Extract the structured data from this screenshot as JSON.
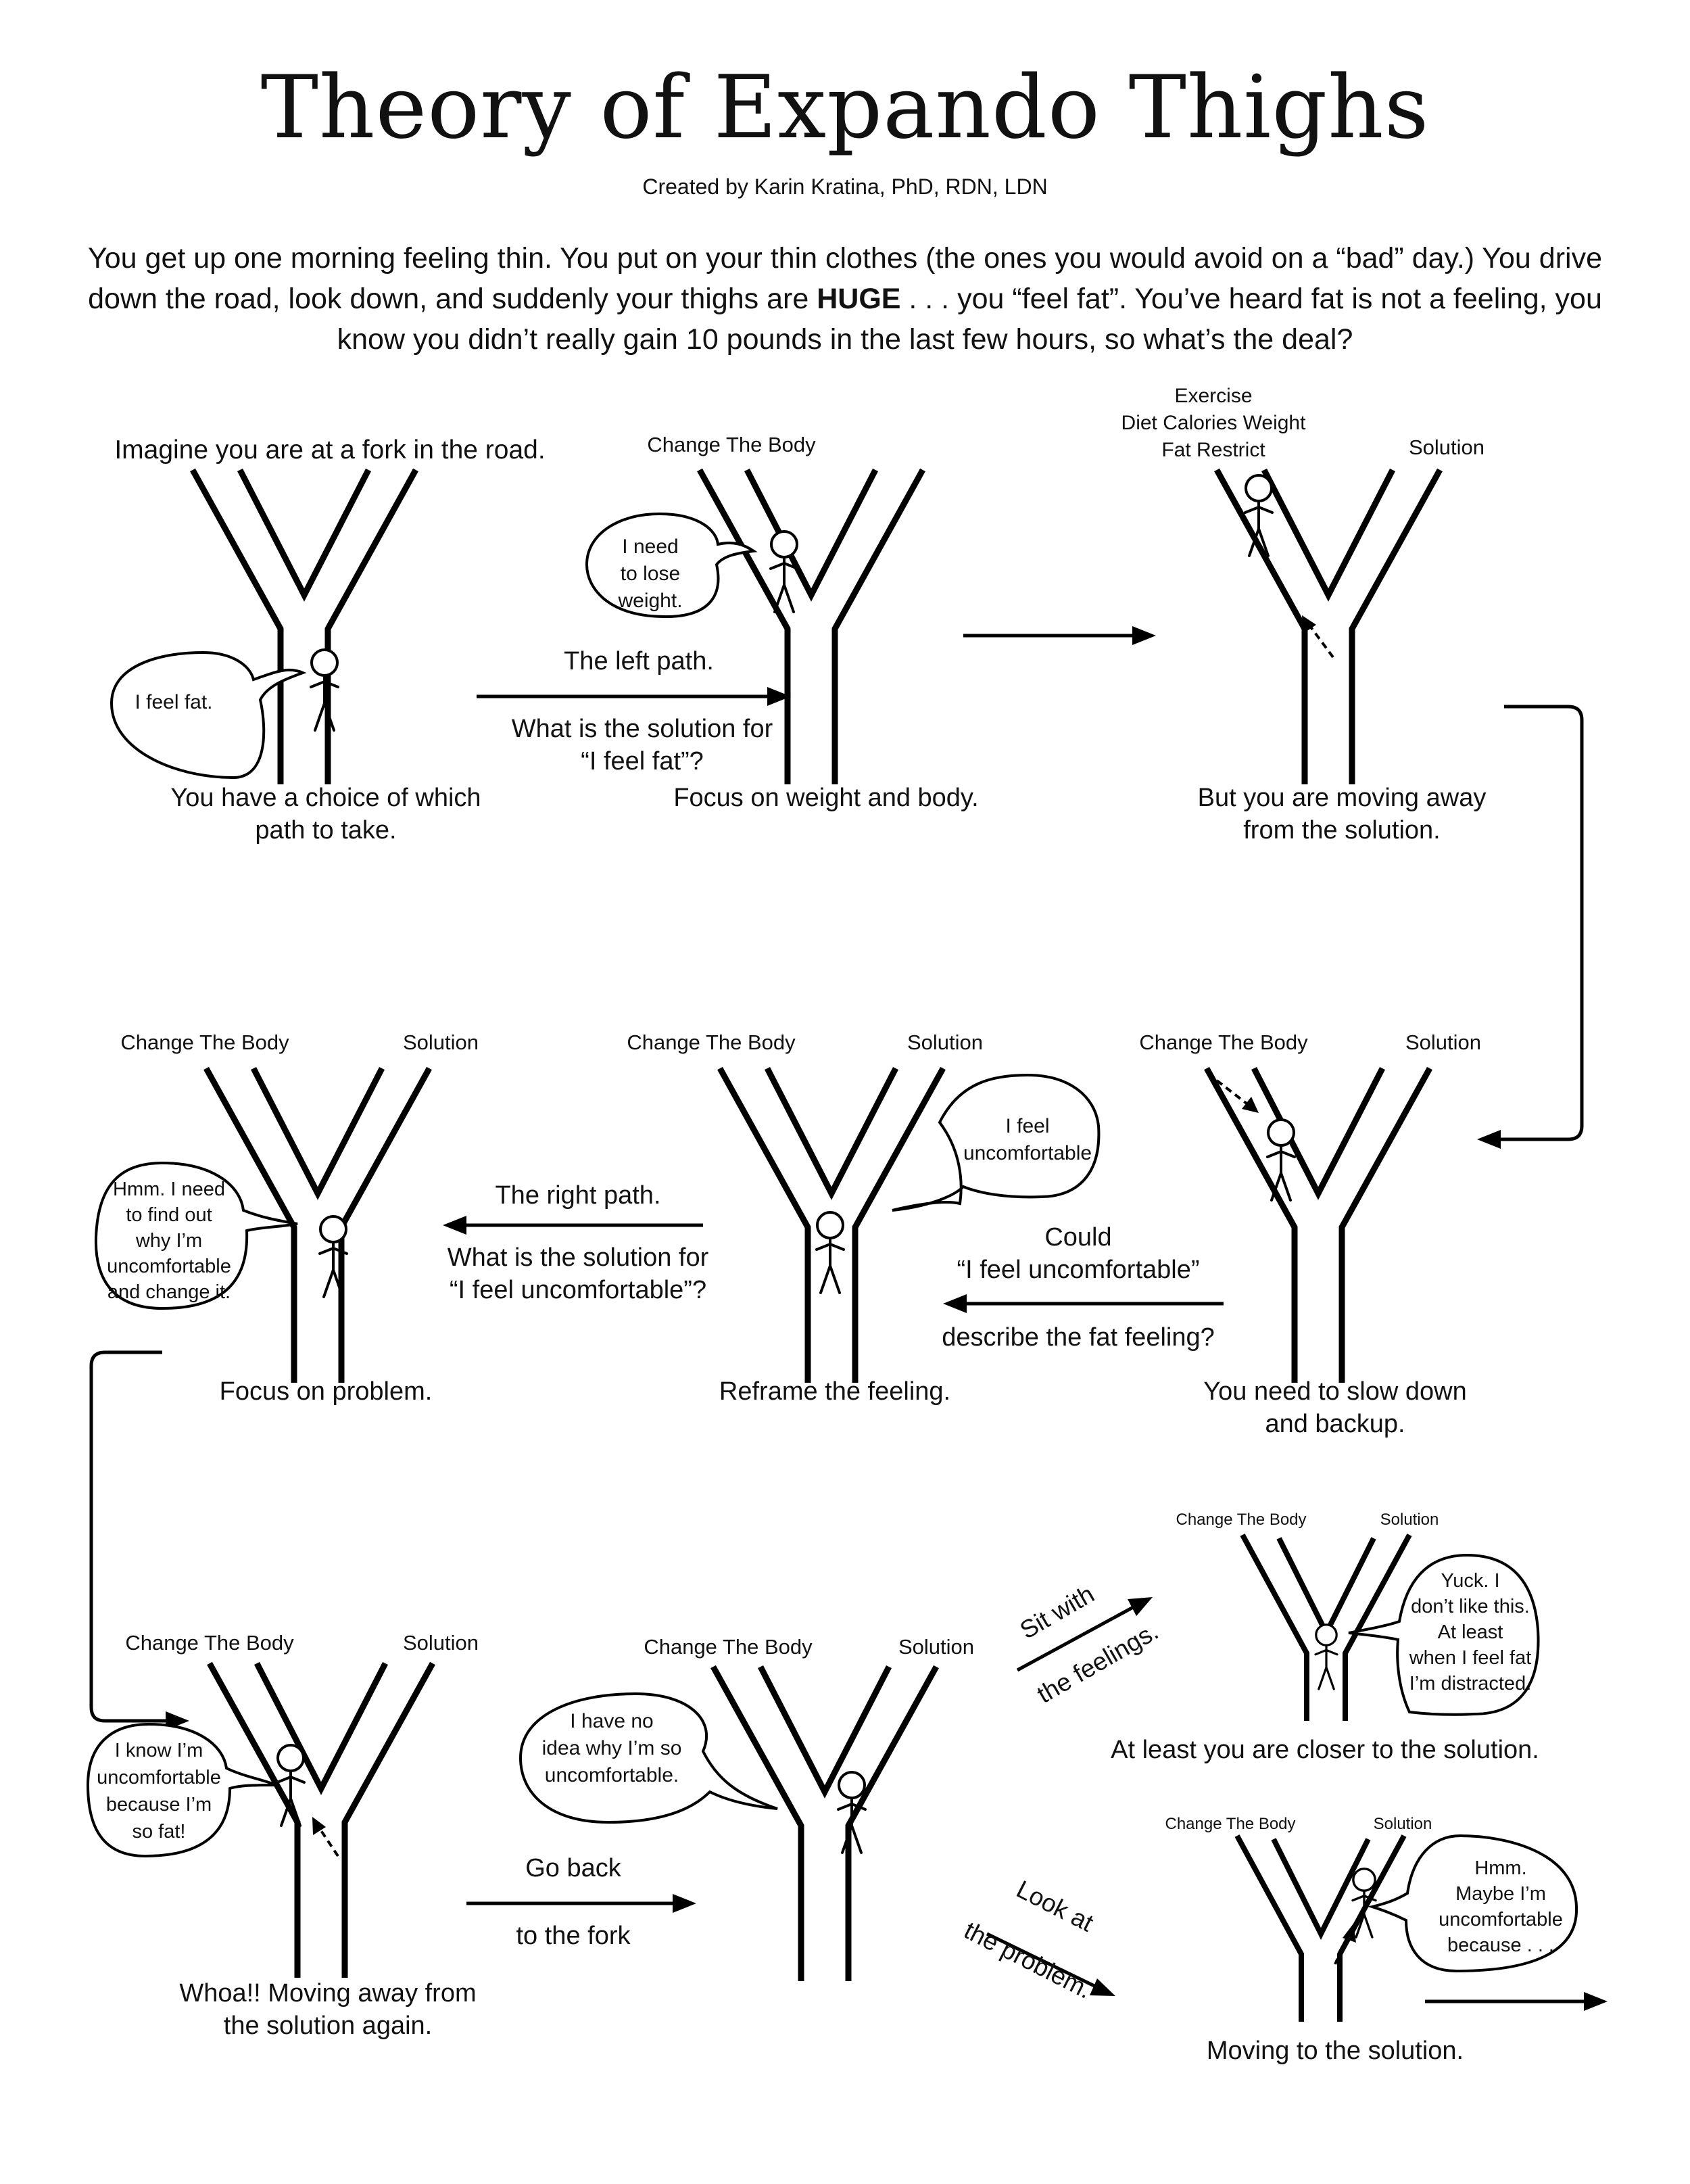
{
  "title": "Theory of Expando Thighs",
  "byline": "Created by Karin Kratina, PhD, RDN, LDN",
  "intro": {
    "part1": "You get up one morning feeling thin.  You put on your thin clothes (the ones you would avoid on a “bad” day.) You drive down the road, look down, and suddenly your thighs are ",
    "emphasis": "HUGE",
    "part2": " . . . you “feel fat”.  You’ve heard fat is not a feeling, you know you didn’t really gain 10 pounds in the last few hours, so what’s the deal?"
  },
  "labels": {
    "change_body": "Change The Body",
    "solution": "Solution"
  },
  "panel1": {
    "heading": "Imagine you are at a fork in the road.",
    "bubble": "I feel fat.",
    "caption": [
      "You have a choice of which",
      "path to take."
    ]
  },
  "arrow1": {
    "above": "The left path.",
    "below": [
      "What is the solution for",
      "“I feel fat”?"
    ]
  },
  "panel2": {
    "bubble": [
      "I need",
      "to lose",
      "weight."
    ],
    "caption": "Focus on weight and body."
  },
  "panel3": {
    "left_labels": [
      "Exercise",
      "Diet Calories Weight",
      "Fat Restrict"
    ],
    "caption": [
      "But you are moving away",
      "from the solution."
    ]
  },
  "panel4": {
    "caption": [
      "You need to slow down",
      "and backup."
    ]
  },
  "arrow4": {
    "above": [
      "Could",
      "“I feel uncomfortable”"
    ],
    "below": "describe the fat feeling?"
  },
  "panel5": {
    "bubble": [
      "I feel",
      "uncomfortable"
    ],
    "caption": "Reframe the feeling."
  },
  "arrow5": {
    "above": "The right path.",
    "below": [
      "What is the solution for",
      "“I feel uncomfortable”?"
    ]
  },
  "panel6": {
    "bubble": [
      "Hmm.  I need",
      "to find out",
      "why I’m",
      "uncomfortable",
      "and change it."
    ],
    "caption": "Focus on problem."
  },
  "panel7": {
    "bubble": [
      "I know I’m",
      "uncomfortable",
      "because I’m",
      "so fat!"
    ],
    "caption": [
      "Whoa!!  Moving away from",
      "the solution again."
    ]
  },
  "arrow7": {
    "above": "Go back",
    "below": "to the fork"
  },
  "panel8": {
    "bubble": [
      "I have no",
      "idea why I’m so",
      "uncomfortable."
    ]
  },
  "arrow8a": {
    "above": "Sit with",
    "below": "the feelings."
  },
  "arrow8b": {
    "above": "Look at",
    "below": "the problem."
  },
  "panel9": {
    "bubble": [
      "Yuck.  I",
      "don’t like this.",
      "At least",
      "when I feel fat",
      "I’m distracted."
    ],
    "caption": "At least you are closer to the solution."
  },
  "panel10": {
    "bubble": [
      "Hmm.",
      "Maybe I’m",
      "uncomfortable",
      "because . . ."
    ],
    "caption": "Moving to the solution."
  }
}
